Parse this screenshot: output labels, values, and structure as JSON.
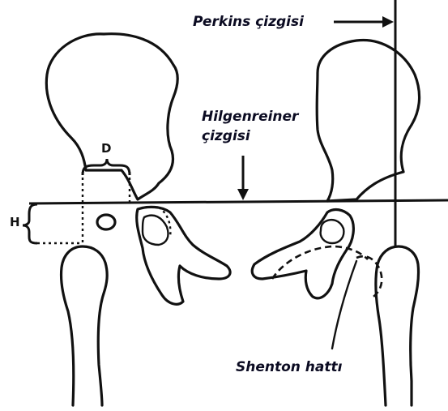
{
  "labels": {
    "perkins": "Perkins çizgisi",
    "hilgenreiner_line1": "Hilgenreiner",
    "hilgenreiner_line2": "çizgisi",
    "shenton": "Shenton hattı",
    "d_mark": "D",
    "h_mark": "H"
  },
  "colors": {
    "line": "#111111",
    "label_text": "#0b0b22",
    "background": "#ffffff"
  }
}
